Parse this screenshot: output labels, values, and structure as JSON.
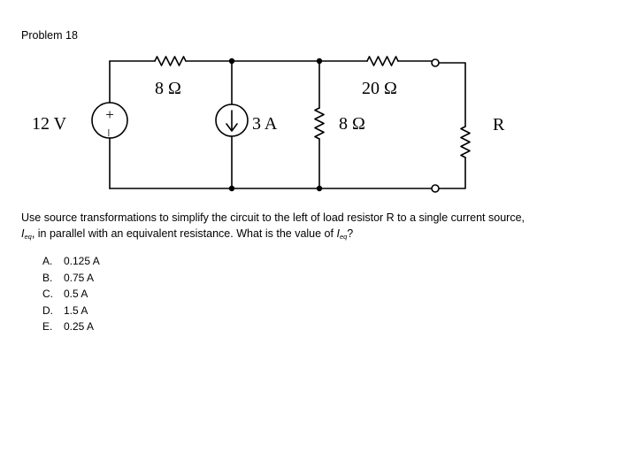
{
  "problem": {
    "title": "Problem 18"
  },
  "circuit": {
    "source_voltage_label": "12 V",
    "source_plus": "+",
    "source_minus": "–",
    "r1_label": "8 Ω",
    "r2_label": "20 Ω",
    "r3_label": "8 Ω",
    "current_source_label": "3 A",
    "load_label": "R"
  },
  "question": {
    "part1": "Use source transformations to simplify the circuit to the left of load resistor R to a single current source,",
    "ieq_symbol": "I",
    "ieq_sub": "eq",
    "part2": ", in parallel with an equivalent resistance.  What is the value of ",
    "part3": "?"
  },
  "choices": [
    {
      "letter": "A.",
      "text": "0.125 A"
    },
    {
      "letter": "B.",
      "text": "0.75 A"
    },
    {
      "letter": "C.",
      "text": "0.5 A"
    },
    {
      "letter": "D.",
      "text": "1.5 A"
    },
    {
      "letter": "E.",
      "text": "0.25 A"
    }
  ]
}
